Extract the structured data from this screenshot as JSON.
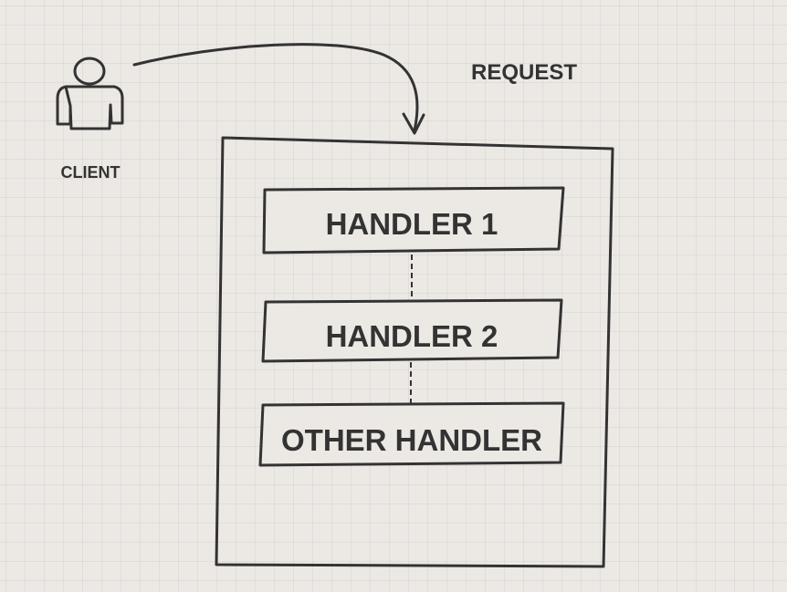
{
  "client": {
    "label": "CLIENT",
    "icon": "person-icon"
  },
  "request": {
    "label": "REQUEST"
  },
  "handlers": [
    {
      "label": "HANDLER 1"
    },
    {
      "label": "HANDLER 2"
    },
    {
      "label": "OTHER HANDLER"
    }
  ],
  "colors": {
    "background": "#ece9e5",
    "ink": "#333333",
    "grid": "#d8d5d1"
  }
}
